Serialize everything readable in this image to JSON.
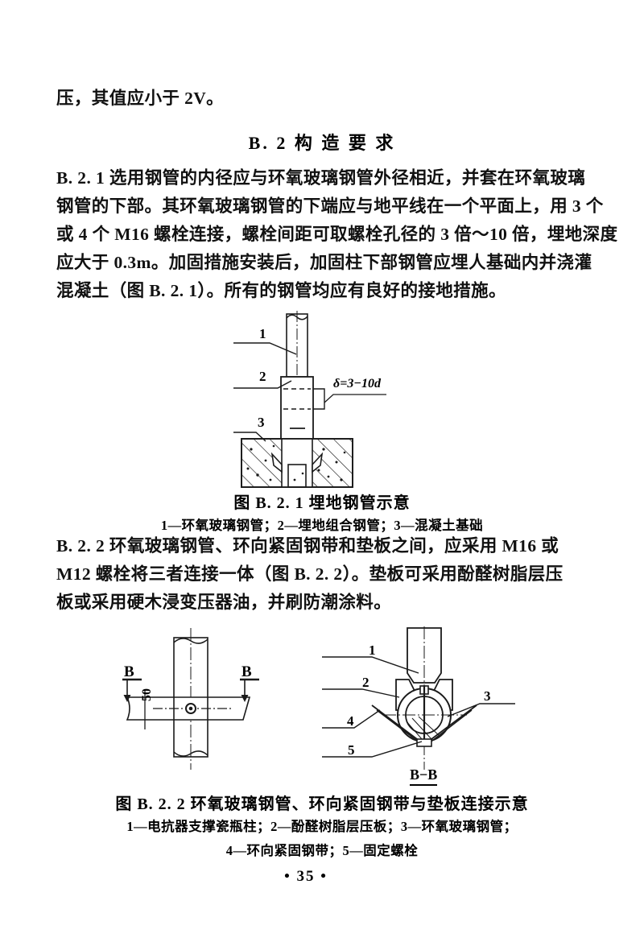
{
  "document": {
    "page_number": "• 35 •",
    "continued_text": "压，其值应小于 2V。",
    "section_heading": "B. 2    构  造  要  求",
    "clause_b21": {
      "number": "B. 2. 1",
      "lines": [
        "B. 2. 1    选用钢管的内径应与环氧玻璃钢管外径相近，并套在环氧玻璃",
        "钢管的下部。其环氧玻璃钢管的下端应与地平线在一个平面上，用 3 个",
        "或 4 个 M16 螺栓连接，螺栓间距可取螺栓孔径的 3 倍～10 倍，埋地深度",
        "应大于 0.3m。加固措施安装后，加固柱下部钢管应埋人基础内并浇灌",
        "混凝土（图 B. 2. 1）。所有的钢管均应有良好的接地措施。"
      ]
    },
    "clause_b22": {
      "number": "B. 2. 2",
      "lines": [
        "B. 2. 2    环氧玻璃钢管、环向紧固钢带和垫板之间，应采用 M16 或",
        "M12 螺栓将三者连接一体（图 B. 2. 2）。垫板可采用酚醛树脂层压",
        "板或采用硬木浸变压器油，并刷防潮涂料。"
      ]
    }
  },
  "figure_b21": {
    "caption": "图 B. 2. 1    埋地钢管示意",
    "legend": "1—环氧玻璃钢管；2—埋地组合钢管；3—混凝土基础",
    "callouts": [
      {
        "id": "1",
        "label": "1"
      },
      {
        "id": "2",
        "label": "2"
      },
      {
        "id": "3",
        "label": "3"
      }
    ],
    "dimension_note": "δ=3−10d"
  },
  "figure_b22": {
    "caption": "图 B. 2. 2    环氧玻璃钢管、环向紧固钢带与垫板连接示意",
    "legend_line1": "1—电抗器支撑瓷瓶柱；2—酚醛树脂层压板；3—环氧玻璃钢管；",
    "legend_line2": "4—环向紧固钢带；5—固定螺栓",
    "section_marks": {
      "left": "B",
      "right": "B"
    },
    "dimension_label": "50",
    "section_view_label": "B−B",
    "callouts": [
      {
        "id": "1",
        "label": "1"
      },
      {
        "id": "2",
        "label": "2"
      },
      {
        "id": "3",
        "label": "3"
      },
      {
        "id": "4",
        "label": "4"
      },
      {
        "id": "5",
        "label": "5"
      }
    ]
  },
  "colors": {
    "ink": "#111111",
    "line": "#1a1a1a",
    "paper": "#ffffff",
    "hatch": "#333333"
  }
}
